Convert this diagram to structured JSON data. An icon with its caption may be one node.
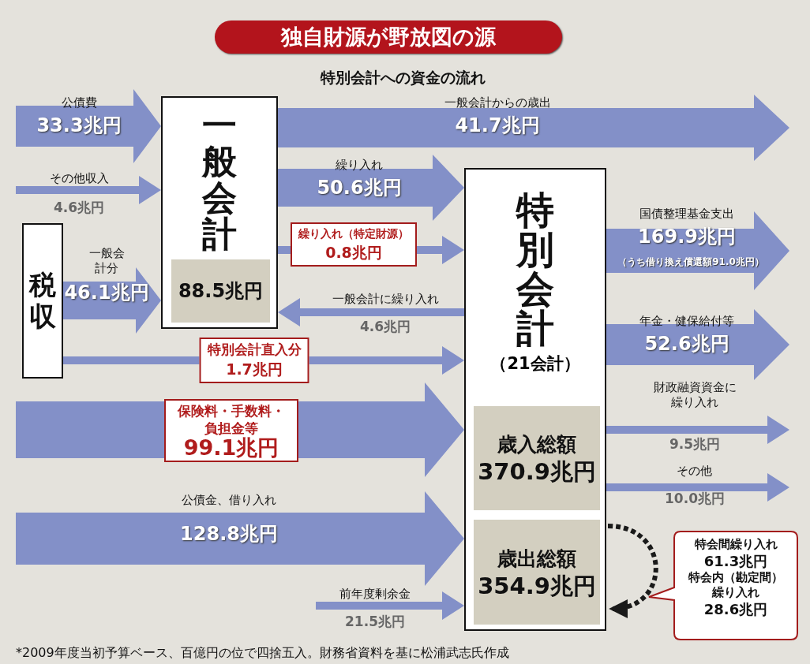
{
  "diagram": {
    "title": "独自財源が野放図の源",
    "caption": "*2009年度当初予算ベース、百億円の位で四捨五入。財務省資料を基に松浦武志氏作成",
    "nodes": [
      {
        "text": [
          "一般会計"
        ]
      },
      {
        "text": [
          "88.5兆円"
        ],
        "in": 0
      },
      {
        "text": [
          "税収"
        ]
      },
      {
        "text": [
          "特別会計",
          "（21会計）"
        ]
      },
      {
        "text": [
          "歳入総額",
          "370.9兆円"
        ],
        "in": 3
      },
      {
        "text": [
          "歳出総額",
          "354.9兆円"
        ],
        "in": 3
      },
      {
        "text": [
          "特会間繰り入れ",
          "61.3兆円",
          "特会内（勘定間）繰り入れ",
          "28.6兆円"
        ]
      }
    ],
    "edges": [
      {
        "from": null,
        "to": 0,
        "arrow": "to",
        "label": "公債費 33.3兆円",
        "style": "thick"
      },
      {
        "from": null,
        "to": 0,
        "arrow": "to",
        "label": "その他収入 4.6兆円"
      },
      {
        "from": 2,
        "to": 0,
        "arrow": "to",
        "label": "一般会計分 46.1兆円",
        "style": "thick"
      },
      {
        "from": 0,
        "to": null,
        "arrow": "to",
        "label": "一般会計からの歳出 41.7兆円",
        "style": "thick"
      },
      {
        "from": 0,
        "to": 3,
        "arrow": "to",
        "label": "繰り入れ 50.6兆円",
        "style": "thick"
      },
      {
        "from": 0,
        "to": 3,
        "arrow": "to",
        "label": "繰り入れ（特定財源） 0.8兆円"
      },
      {
        "from": 3,
        "to": 0,
        "arrow": "to",
        "label": "一般会計に繰り入れ 4.6兆円"
      },
      {
        "from": 2,
        "to": 3,
        "arrow": "to",
        "label": "特別会計直入分 1.7兆円"
      },
      {
        "from": null,
        "to": 3,
        "arrow": "to",
        "label": "保険料・手数料・負担金等 99.1兆円",
        "style": "thick"
      },
      {
        "from": null,
        "to": 3,
        "arrow": "to",
        "label": "公債金、借り入れ 128.8兆円",
        "style": "thick"
      },
      {
        "from": null,
        "to": 3,
        "arrow": "to",
        "label": "前年度剰余金 21.5兆円"
      },
      {
        "from": 3,
        "to": null,
        "arrow": "to",
        "label": "国債整理基金支出 169.9兆円",
        "style": "thick"
      },
      {
        "from": 3,
        "to": null,
        "arrow": "to",
        "label": "年金・健保給付等 52.6兆円",
        "style": "thick"
      },
      {
        "from": 3,
        "to": null,
        "arrow": "to",
        "label": "財政融資資金に繰り入れ 9.5兆円"
      },
      {
        "from": 3,
        "to": null,
        "arrow": "to",
        "label": "その他 10.0兆円"
      },
      {
        "from": 5,
        "to": 5,
        "arrow": "to",
        "style": "dashed",
        "color": "#1a1a1a"
      }
    ],
    "labels": [
      "特別会計への資金の流れ",
      "（うち借り換え償還額91.0兆円）"
    ]
  }
}
